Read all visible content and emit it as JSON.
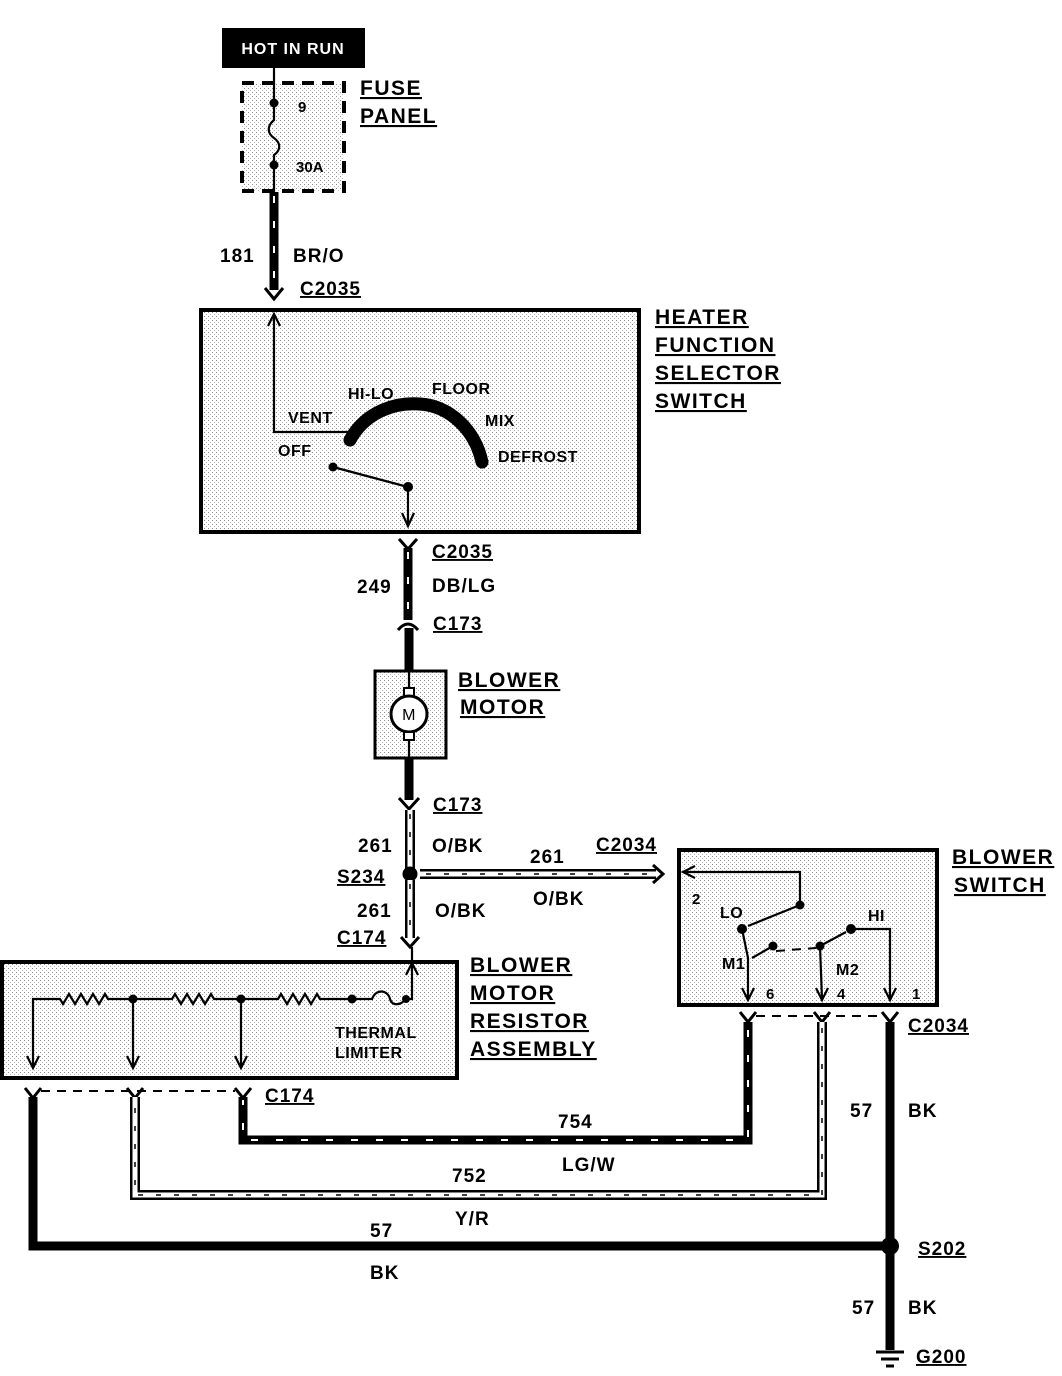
{
  "supply": {
    "label": "HOT IN RUN"
  },
  "fuse_panel": {
    "title": [
      "FUSE",
      "PANEL"
    ],
    "fuse_number": "9",
    "fuse_rating": "30A"
  },
  "heater_switch": {
    "title": [
      "HEATER",
      "FUNCTION",
      "SELECTOR",
      "SWITCH"
    ],
    "positions": {
      "vent": "VENT",
      "hi_lo": "HI-LO",
      "floor": "FLOOR",
      "mix": "MIX",
      "off": "OFF",
      "defrost": "DEFROST"
    }
  },
  "blower_motor": {
    "title": [
      "BLOWER",
      "MOTOR"
    ],
    "symbol": "M"
  },
  "blower_switch": {
    "title": [
      "BLOWER",
      "SWITCH"
    ],
    "lo": "LO",
    "hi": "HI",
    "m1": "M1",
    "m2": "M2",
    "pins": {
      "p2": "2",
      "p6": "6",
      "p4": "4",
      "p1": "1"
    }
  },
  "resistor_assembly": {
    "title": [
      "BLOWER",
      "MOTOR",
      "RESISTOR",
      "ASSEMBLY"
    ],
    "thermal_limiter": [
      "THERMAL",
      "LIMITER"
    ]
  },
  "wires": {
    "w181": {
      "circuit": "181",
      "color": "BR/O"
    },
    "w249": {
      "circuit": "249",
      "color": "DB/LG"
    },
    "w261_upper": {
      "circuit": "261",
      "color": "O/BK"
    },
    "w261_branch": {
      "circuit": "261",
      "color": "O/BK"
    },
    "w261_lower": {
      "circuit": "261",
      "color": "O/BK"
    },
    "w754": {
      "circuit": "754",
      "color": "LG/W"
    },
    "w752": {
      "circuit": "752",
      "color": "Y/R"
    },
    "w57_switch": {
      "circuit": "57",
      "color": "BK"
    },
    "w57_resistor": {
      "circuit": "57",
      "color": "BK"
    },
    "w57_ground": {
      "circuit": "57",
      "color": "BK"
    }
  },
  "connectors": {
    "c2035_top": "C2035",
    "c2035_bottom": "C2035",
    "c173_top": "C173",
    "c173_bottom": "C173",
    "c174_top": "C174",
    "c174_bottom": "C174",
    "c2034_input": "C2034",
    "c2034_output": "C2034"
  },
  "splices": {
    "s234": "S234",
    "s202": "S202"
  },
  "ground": {
    "label": "G200"
  },
  "colors": {
    "ink": "#000000",
    "paper": "#ffffff",
    "stipple": "#8c8c8c"
  }
}
